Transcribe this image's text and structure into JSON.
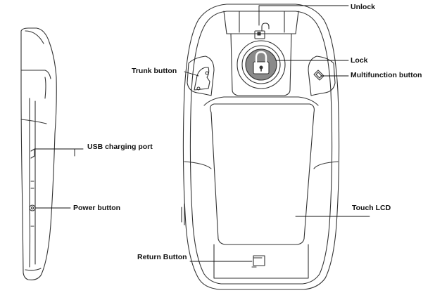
{
  "labels": {
    "unlock": "Unlock",
    "lock": "Lock",
    "trunk": "Trunk button",
    "multifunction": "Multifunction button",
    "usb": "USB charging port",
    "power": "Power button",
    "touch_lcd": "Touch LCD",
    "return": "Return Button"
  },
  "colors": {
    "line": "#333333",
    "background": "#ffffff"
  },
  "icons": {
    "lock": "padlock-closed",
    "unlock": "padlock-open",
    "trunk": "car-trunk",
    "multifunction": "diamond-button",
    "return": "square-return"
  }
}
